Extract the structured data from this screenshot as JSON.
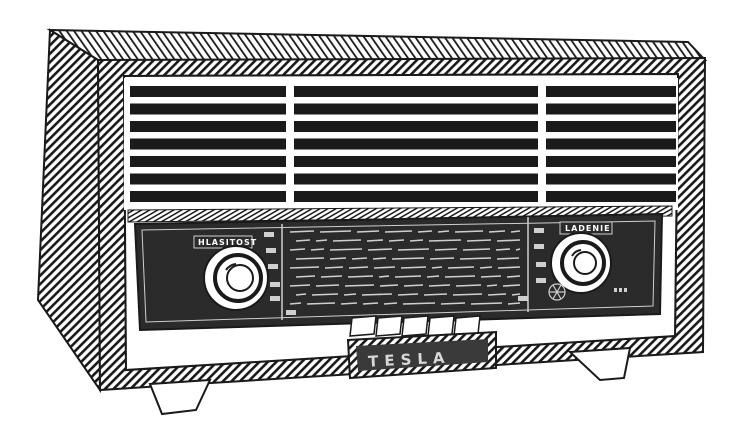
{
  "image": {
    "subject": "tesla-tube-radio-line-drawing",
    "style": "black-and-white engraving",
    "colors": {
      "ink": "#1a1a1a",
      "paper": "#ffffff",
      "panel": "#2b2b2b"
    }
  },
  "radio": {
    "brand": "TESLA",
    "volume_label": "HLASITOST",
    "tuning_label": "LADENIE",
    "buttons_count": 5,
    "grille_rows": 7
  }
}
